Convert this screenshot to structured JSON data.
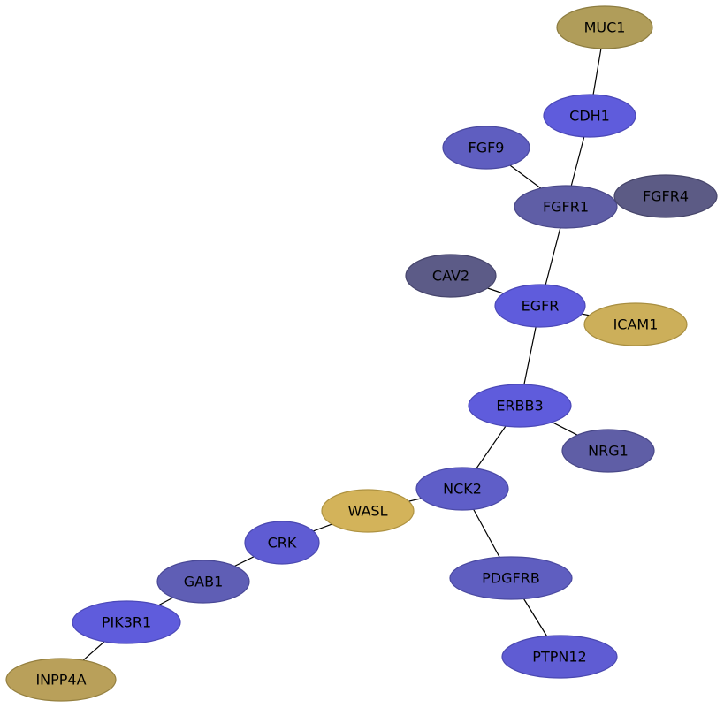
{
  "nodes": [
    {
      "id": "MUC1",
      "label": "MUC1",
      "color": "#B09D5A",
      "stroke": "#8C7C40"
    },
    {
      "id": "CDH1",
      "label": "CDH1",
      "color": "#5F5CDC",
      "stroke": "#4B48B8"
    },
    {
      "id": "FGF9",
      "label": "FGF9",
      "color": "#5F5EC0",
      "stroke": "#4A49A0"
    },
    {
      "id": "FGFR1",
      "label": "FGFR1",
      "color": "#5F5EA6",
      "stroke": "#494888"
    },
    {
      "id": "FGFR4",
      "label": "FGFR4",
      "color": "#5C5B85",
      "stroke": "#46456A"
    },
    {
      "id": "CAV2",
      "label": "CAV2",
      "color": "#5C5B87",
      "stroke": "#46456C"
    },
    {
      "id": "EGFR",
      "label": "EGFR",
      "color": "#5F5CDC",
      "stroke": "#4B48B8"
    },
    {
      "id": "ICAM1",
      "label": "ICAM1",
      "color": "#CCAF5A",
      "stroke": "#A88E40"
    },
    {
      "id": "ERBB3",
      "label": "ERBB3",
      "color": "#5F5CDC",
      "stroke": "#4B48B8"
    },
    {
      "id": "NRG1",
      "label": "NRG1",
      "color": "#5F5EA6",
      "stroke": "#494888"
    },
    {
      "id": "NCK2",
      "label": "NCK2",
      "color": "#5F5EC8",
      "stroke": "#4A49A6"
    },
    {
      "id": "WASL",
      "label": "WASL",
      "color": "#D3B35A",
      "stroke": "#AE9240"
    },
    {
      "id": "CRK",
      "label": "CRK",
      "color": "#5F5CD3",
      "stroke": "#4A48B0"
    },
    {
      "id": "GAB1",
      "label": "GAB1",
      "color": "#5F5EB5",
      "stroke": "#494896"
    },
    {
      "id": "PIK3R1",
      "label": "PIK3R1",
      "color": "#5F5CDC",
      "stroke": "#4B48B8"
    },
    {
      "id": "INPP4A",
      "label": "INPP4A",
      "color": "#B9A05A",
      "stroke": "#958040"
    },
    {
      "id": "PDGFRB",
      "label": "PDGFRB",
      "color": "#5F5EC0",
      "stroke": "#4A49A0"
    },
    {
      "id": "PTPN12",
      "label": "PTPN12",
      "color": "#5F5CD3",
      "stroke": "#4A48B0"
    }
  ],
  "edges": [
    [
      "MUC1",
      "CDH1"
    ],
    [
      "CDH1",
      "FGFR1"
    ],
    [
      "FGF9",
      "FGFR1"
    ],
    [
      "FGFR1",
      "FGFR4"
    ],
    [
      "FGFR1",
      "EGFR"
    ],
    [
      "CAV2",
      "EGFR"
    ],
    [
      "EGFR",
      "ICAM1"
    ],
    [
      "EGFR",
      "ERBB3"
    ],
    [
      "ERBB3",
      "NRG1"
    ],
    [
      "ERBB3",
      "NCK2"
    ],
    [
      "NCK2",
      "WASL"
    ],
    [
      "NCK2",
      "PDGFRB"
    ],
    [
      "WASL",
      "CRK"
    ],
    [
      "CRK",
      "GAB1"
    ],
    [
      "GAB1",
      "PIK3R1"
    ],
    [
      "PIK3R1",
      "INPP4A"
    ],
    [
      "PDGFRB",
      "PTPN12"
    ]
  ]
}
